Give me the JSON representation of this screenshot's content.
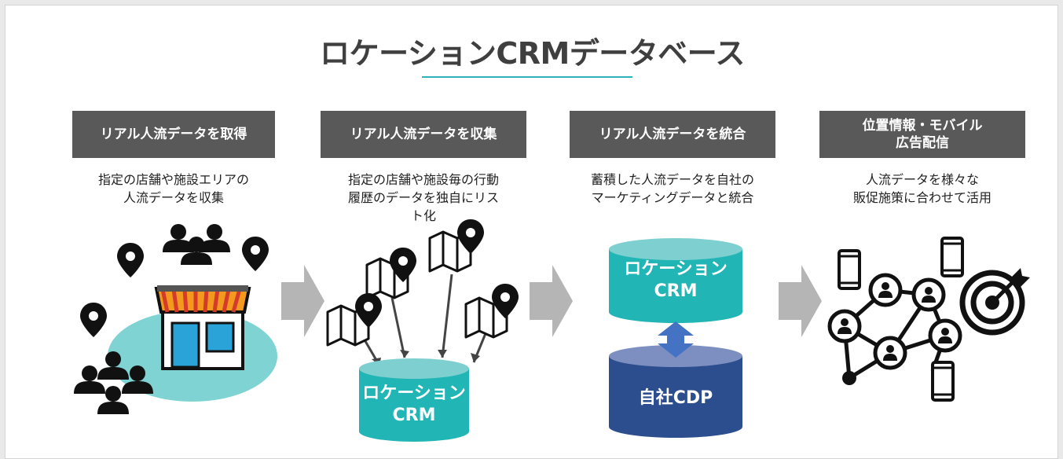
{
  "title": "ロケーションCRMデータベース",
  "steps": [
    {
      "heading": "リアル人流データを取得",
      "desc": "指定の店舗や施設エリアの\n人流データを収集"
    },
    {
      "heading": "リアル人流データを収集",
      "desc": "指定の店舗や施設毎の行動\n履歴のデータを独自にリス\nト化"
    },
    {
      "heading": "リアル人流データを統合",
      "desc": "蓄積した人流データを自社の\nマーケティングデータと統合"
    },
    {
      "heading": "位置情報・モバイル\n広告配信",
      "desc": "人流データを様々な\n販促施策に合わせて活用"
    }
  ],
  "crm_label_line1": "ロケーション",
  "crm_label_line2": "CRM",
  "cdp_label": "自社CDP",
  "colors": {
    "teal": "#22b5b5",
    "teal_top": "#7ecfcf",
    "navy": "#2d4e8e",
    "navy_top": "#7d8fc0",
    "header": "#595959",
    "accent_line": "#2bb3b7",
    "arrow": "#b5b5b5",
    "bubble": "#7fd3d3"
  }
}
